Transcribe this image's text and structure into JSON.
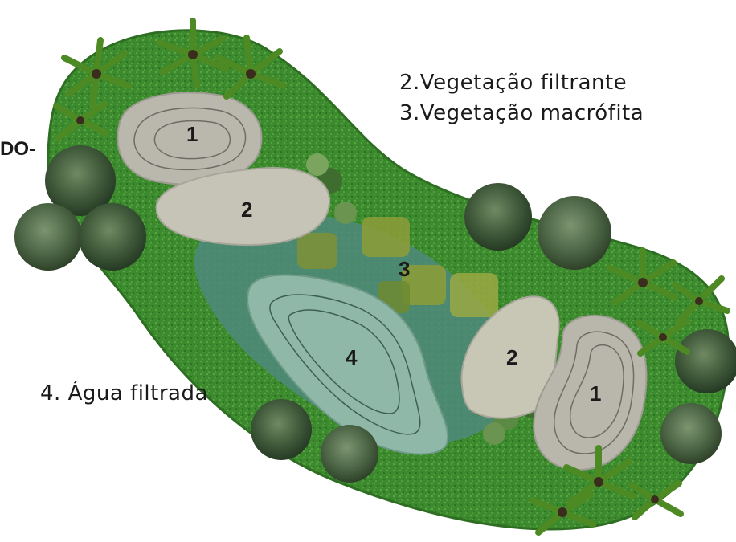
{
  "legend": {
    "item2": "2.Vegetação filtrante",
    "item3": "3.Vegetação macrófita",
    "item4": "4. Água filtrada"
  },
  "cut_text": "DO-",
  "zone_labels": {
    "z1a": "1",
    "z2a": "2",
    "z3": "3",
    "z4": "4",
    "z2b": "2",
    "z1b": "1"
  },
  "colors": {
    "grass": "#3f8a2f",
    "gravel": "#b9b7ac",
    "gravel_light": "#c8c7b8",
    "water": "#8fb7a8",
    "channel": "#4f8a7c",
    "tree": "#3f5a3a",
    "palm": "#6aa23a"
  }
}
